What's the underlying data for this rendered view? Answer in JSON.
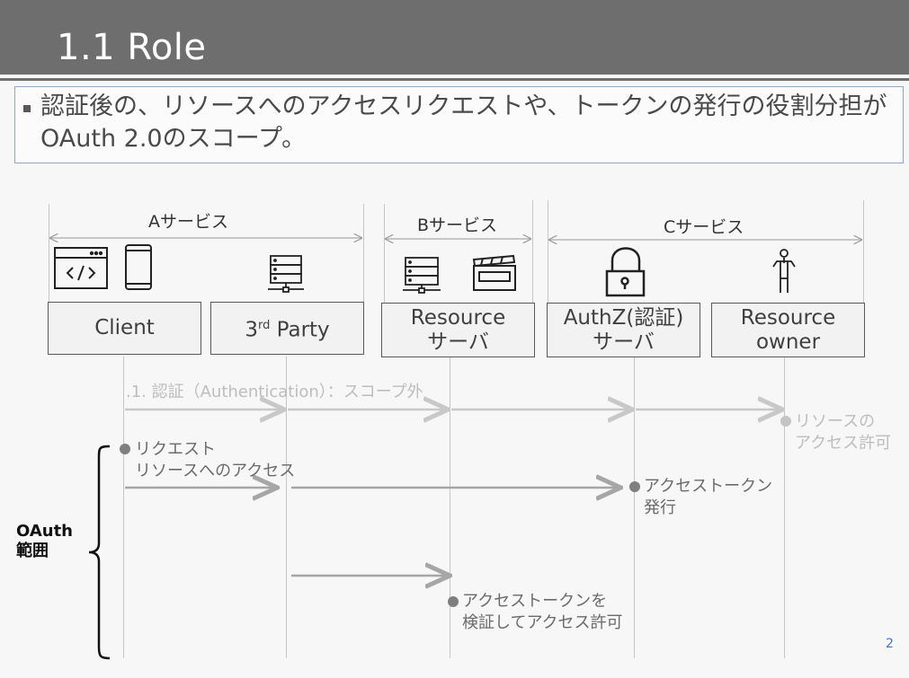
{
  "slide": {
    "title": "1.1 Role",
    "bullet": "認証後の、リソースへのアクセスリクエストや、トークンの発行の役割分担がOAuth 2.0のスコープ。",
    "page_number": "2"
  },
  "services": [
    {
      "label": "Aサービス"
    },
    {
      "label": "Bサービス"
    },
    {
      "label": "Cサービス"
    }
  ],
  "actors": {
    "client": {
      "line1": "Client"
    },
    "third_party": {
      "prefix": "3",
      "sup": "rd",
      "suffix": " Party"
    },
    "resource_server": {
      "line1": "Resource",
      "line2": "サーバ"
    },
    "authz_server": {
      "line1": "AuthZ(認証)",
      "line2": "サーバ"
    },
    "resource_owner": {
      "line1": "Resource",
      "line2": "owner"
    }
  },
  "icons": [
    "code-window-icon",
    "smartphone-icon",
    "server-icon",
    "server-icon",
    "clapperboard-icon",
    "padlock-icon",
    "person-icon"
  ],
  "messages": {
    "step1": ".1. 認証（Authentication）：スコープ外",
    "owner_permit": [
      "リソースの",
      "アクセス許可"
    ],
    "request": [
      "リクエスト",
      "リソースへのアクセス"
    ],
    "token_issue": [
      "アクセストークン",
      "発行"
    ],
    "verify": [
      "アクセストークンを",
      "検証してアクセス許可"
    ]
  },
  "scope_label": [
    "OAuth",
    "範囲"
  ],
  "colors": {
    "header": "#6e6e6e",
    "faded": "#bdbdbd",
    "dark": "#7f7f7f",
    "page_number": "#4472c4"
  }
}
